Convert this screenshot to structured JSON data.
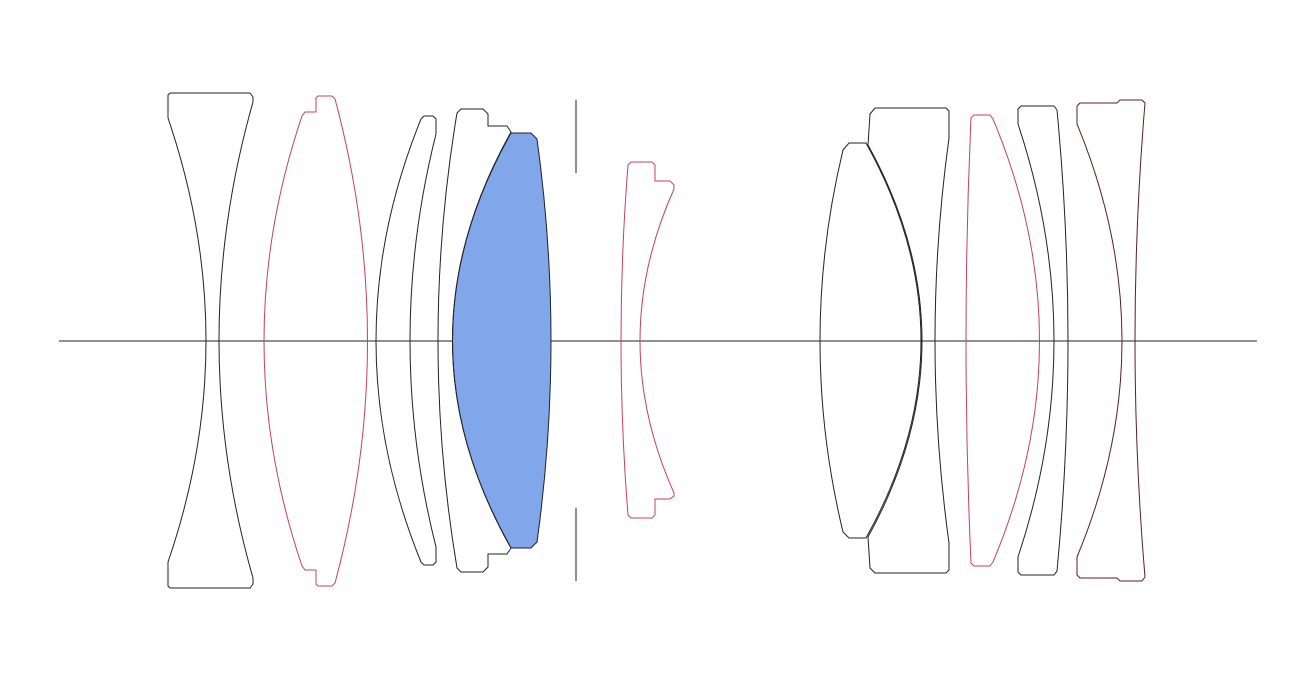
{
  "diagram": {
    "type": "lens-cross-section",
    "element_count": 11,
    "colors": {
      "background": "#ffffff",
      "standard_element": "#222222",
      "special_element": "#c8405a",
      "rear_element": "#5a1e1e",
      "aspherical_fill": "#82a6ea",
      "optical_axis": "#222222",
      "aperture_stop": "#222222"
    },
    "elements": [
      {
        "id": 1,
        "kind": "biconcave",
        "highlight": "standard"
      },
      {
        "id": 2,
        "kind": "biconvex",
        "highlight": "special"
      },
      {
        "id": 3,
        "kind": "meniscus",
        "highlight": "standard"
      },
      {
        "id": 4,
        "kind": "meniscus-cemented",
        "highlight": "standard"
      },
      {
        "id": 5,
        "kind": "biconvex-cemented",
        "highlight": "filled"
      },
      {
        "id": 6,
        "kind": "meniscus",
        "highlight": "special"
      },
      {
        "id": 7,
        "kind": "biconvex",
        "highlight": "standard"
      },
      {
        "id": 8,
        "kind": "cemented",
        "highlight": "standard"
      },
      {
        "id": 9,
        "kind": "biconvex",
        "highlight": "special"
      },
      {
        "id": 10,
        "kind": "meniscus",
        "highlight": "standard"
      },
      {
        "id": 11,
        "kind": "meniscus",
        "highlight": "rear"
      }
    ]
  }
}
